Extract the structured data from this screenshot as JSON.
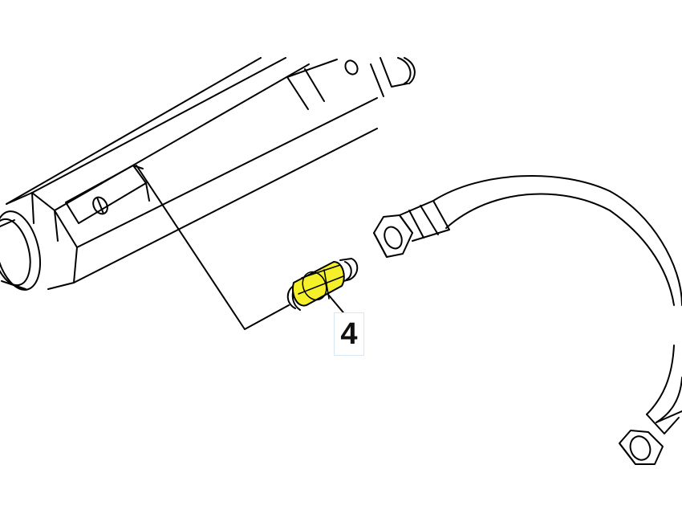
{
  "diagram": {
    "callouts": [
      {
        "label": "4",
        "part": "union-fitting"
      }
    ],
    "colors": {
      "line": "#000000",
      "background": "#ffffff",
      "highlight": "#f5f02a",
      "callout_border": "#d6e6f3",
      "callout_text": "#101010"
    },
    "parts": [
      "fuel-rail",
      "union-fitting",
      "fuel-line"
    ]
  }
}
